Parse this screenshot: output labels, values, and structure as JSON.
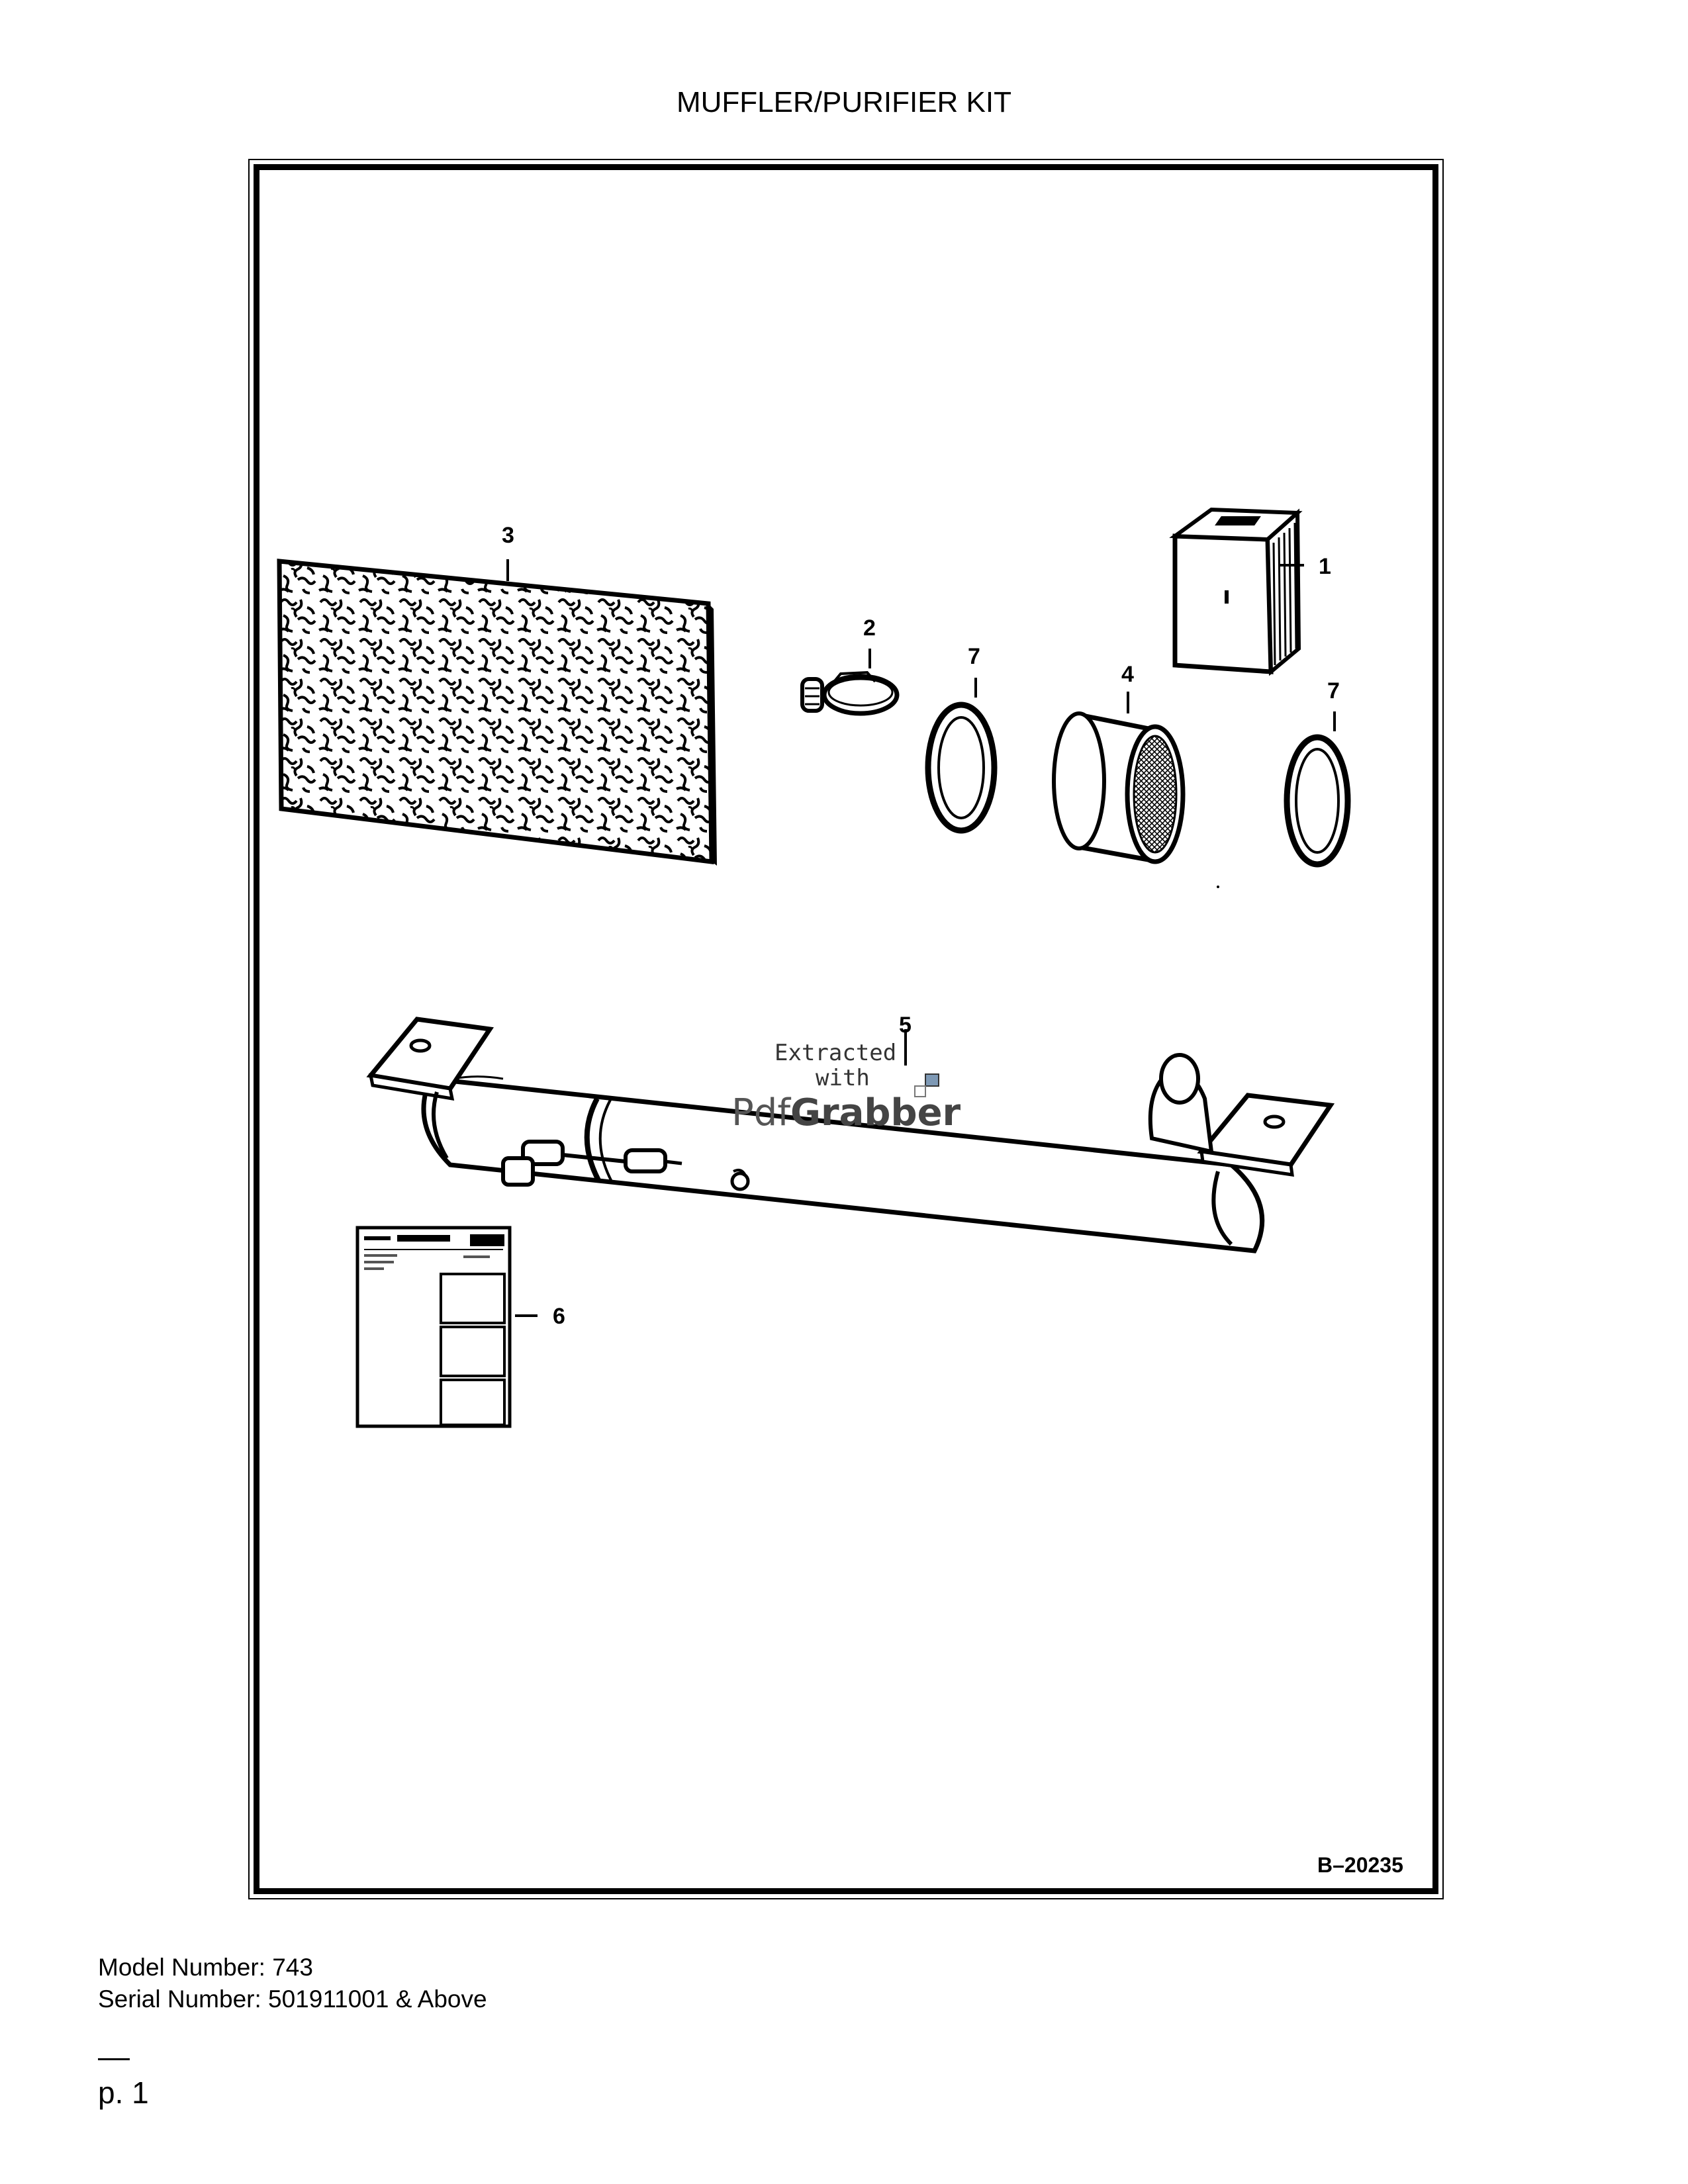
{
  "document": {
    "title": "MUFFLER/PURIFIER KIT",
    "figure_id": "B–20235",
    "callouts": {
      "c1": "1",
      "c2": "2",
      "c3": "3",
      "c4": "4",
      "c5": "5",
      "c6": "6",
      "c7a": "7",
      "c7b": "7"
    },
    "watermark": {
      "line1": "Extracted",
      "line2": "with",
      "brand_light": "Pdf",
      "brand_bold": "Grabber"
    },
    "footer": {
      "model": "Model Number: 743",
      "serial": "Serial Number: 501911001 & Above",
      "page": "p. 1"
    }
  }
}
